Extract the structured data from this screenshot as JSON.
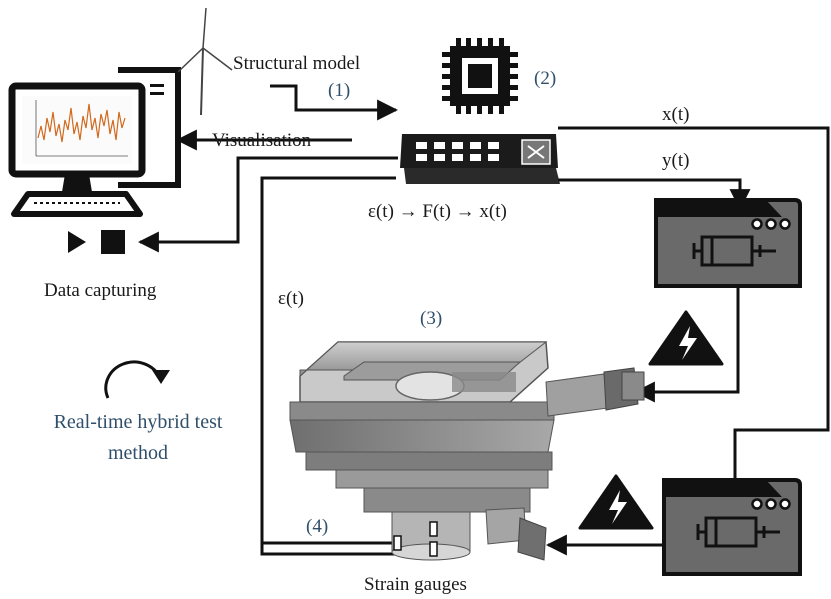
{
  "labels": {
    "structural_model": "Structural model",
    "step1": "(1)",
    "step2": "(2)",
    "step3": "(3)",
    "step4": "(4)",
    "visualisation": "Visualisation",
    "x_t_top": "x(t)",
    "y_t": "y(t)",
    "pipeline": "ε(t) → F(t) →  x(t)",
    "data_capturing": "Data capturing",
    "eps_t": "ε(t)",
    "rtht_line1": "Real-time hybrid test",
    "rtht_line2": "method",
    "strain_gauges": "Strain gauges"
  },
  "colors": {
    "accent_blue": "#2f4f6b",
    "line": "#111111",
    "plot_signal": "#d2691e"
  },
  "icons": [
    "computer-monitor-icon",
    "pc-tower-icon",
    "wind-turbine-icon",
    "cpu-chip-icon",
    "network-switch-icon",
    "play-icon",
    "stop-icon",
    "cycle-arrow-icon",
    "hydraulic-controller-icon",
    "high-voltage-warning-icon",
    "actuator-icon",
    "test-rig-icon"
  ]
}
